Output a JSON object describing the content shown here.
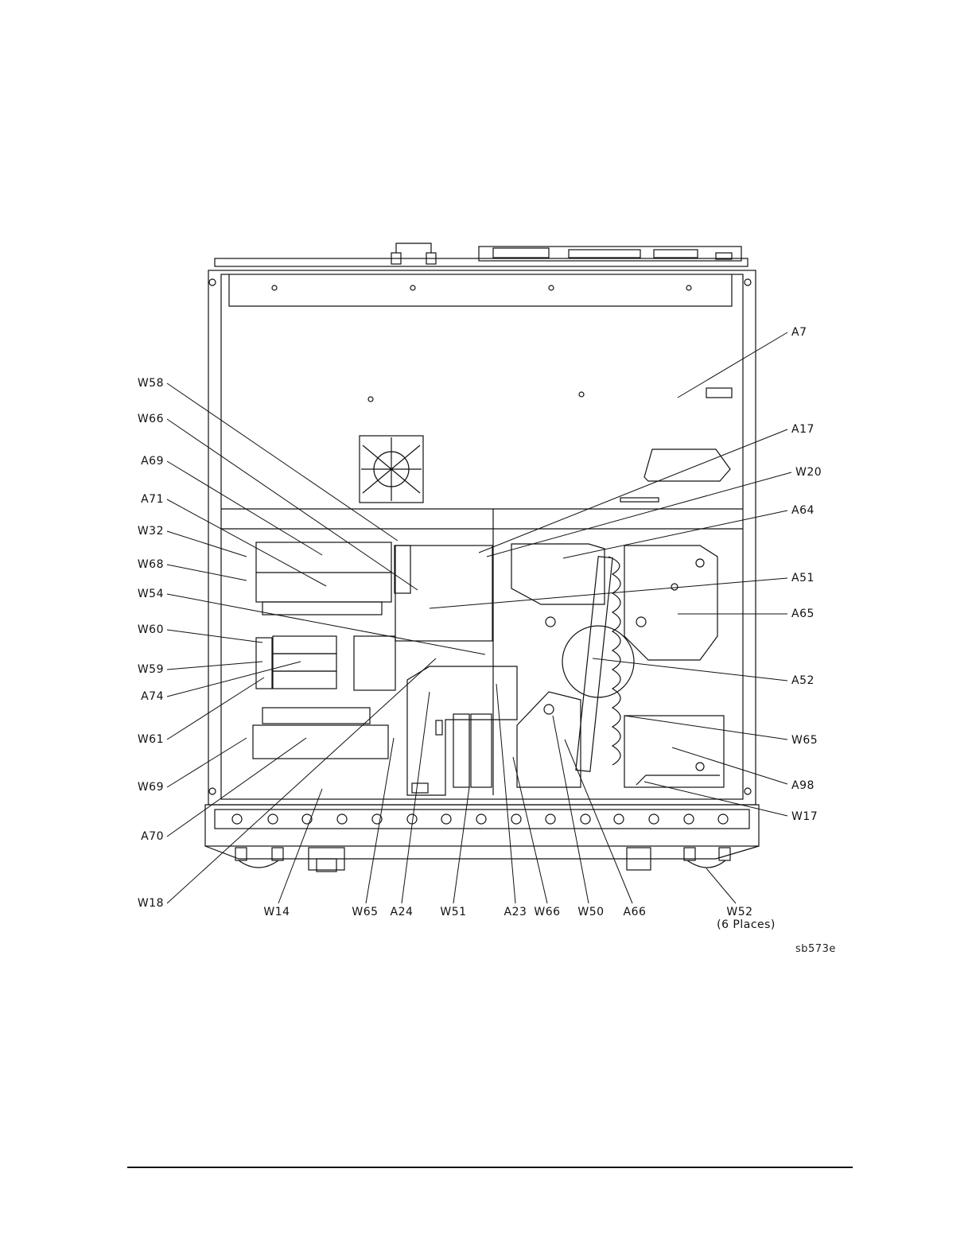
{
  "figure": {
    "id": "sb573e",
    "callouts_left": [
      "W58",
      "W66",
      "A69",
      "A71",
      "W32",
      "W68",
      "W54",
      "W60",
      "W59",
      "A74",
      "W61",
      "W69",
      "A70",
      "W18"
    ],
    "callouts_right": [
      "A7",
      "A17",
      "W20",
      "A64",
      "A51",
      "A65",
      "A52",
      "W65",
      "A98",
      "W17"
    ],
    "callouts_bottom": [
      "W14",
      "W65",
      "A24",
      "W51",
      "A23",
      "W66",
      "W50",
      "A66"
    ],
    "w52_label": "W52",
    "w52_note": "(6 Places)"
  }
}
